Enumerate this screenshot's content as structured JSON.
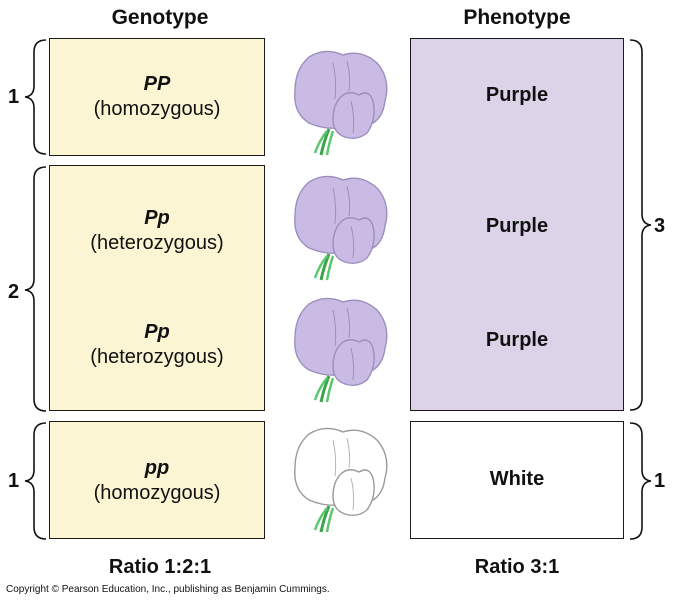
{
  "headers": {
    "genotype": "Genotype",
    "phenotype": "Phenotype"
  },
  "genotypes": [
    {
      "symbol": "PP",
      "zygosity": "(homozygous)"
    },
    {
      "symbol": "Pp",
      "zygosity": "(heterozygous)"
    },
    {
      "symbol": "Pp",
      "zygosity": "(heterozygous)"
    },
    {
      "symbol": "pp",
      "zygosity": "(homozygous)"
    }
  ],
  "phenotypes": [
    "Purple",
    "Purple",
    "Purple",
    "White"
  ],
  "left_counts": [
    "1",
    "2",
    "1"
  ],
  "right_counts": [
    "3",
    "1"
  ],
  "ratios": {
    "genotype": "Ratio 1:2:1",
    "phenotype": "Ratio 3:1"
  },
  "copyright": "Copyright © Pearson Education, Inc., publishing as Benjamin Cummings.",
  "colors": {
    "genotype_fill": "#fcf5d4",
    "purple_fill": "#dcd3e8",
    "flower_purple": "#c9bbe3",
    "flower_white": "#ffffff",
    "stem_green": "#5cc86b"
  }
}
